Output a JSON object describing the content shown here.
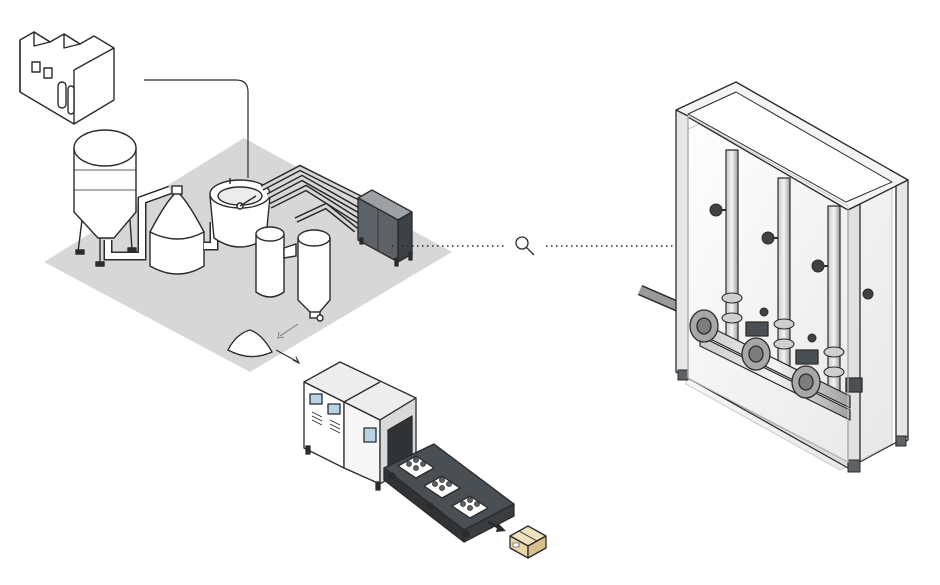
{
  "diagram": {
    "nodes": [
      {
        "id": "factory",
        "icon": "factory-icon"
      },
      {
        "id": "storage-silo",
        "icon": "silo-icon"
      },
      {
        "id": "evaporator",
        "icon": "evaporator-icon"
      },
      {
        "id": "mixing-tank",
        "icon": "mixing-tank-icon"
      },
      {
        "id": "separator-column",
        "icon": "column-icon"
      },
      {
        "id": "spray-dryer",
        "icon": "dryer-icon"
      },
      {
        "id": "control-cabinet",
        "icon": "control-cabinet-icon"
      },
      {
        "id": "powder-pile",
        "icon": "powder-icon"
      },
      {
        "id": "packaging-machine",
        "icon": "packaging-machine-icon"
      },
      {
        "id": "conveyor-belt",
        "icon": "conveyor-icon"
      },
      {
        "id": "product-box",
        "icon": "box-icon"
      },
      {
        "id": "valve-cabinet-detail",
        "icon": "valve-cabinet-icon"
      }
    ],
    "connectors": [
      {
        "from": "factory",
        "to": "mixing-tank",
        "style": "solid"
      },
      {
        "from": "control-cabinet",
        "to": "valve-cabinet-detail",
        "style": "dotted",
        "via": "magnifier-icon"
      },
      {
        "from": "spray-dryer",
        "to": "powder-pile",
        "style": "arrow"
      },
      {
        "from": "powder-pile",
        "to": "packaging-machine",
        "style": "arrow"
      },
      {
        "from": "conveyor-belt",
        "to": "product-box",
        "style": "bold-arrow"
      }
    ]
  },
  "colors": {
    "line": "#2b2b2b",
    "platform": "#d7d7d7",
    "equipment": "#ffffff",
    "dark_equipment": "#5d6266",
    "belt": "#4a4f53",
    "box": "#e9d5a8",
    "glass_edge": "#c9c9c9",
    "screen": "#b9d3e6"
  }
}
